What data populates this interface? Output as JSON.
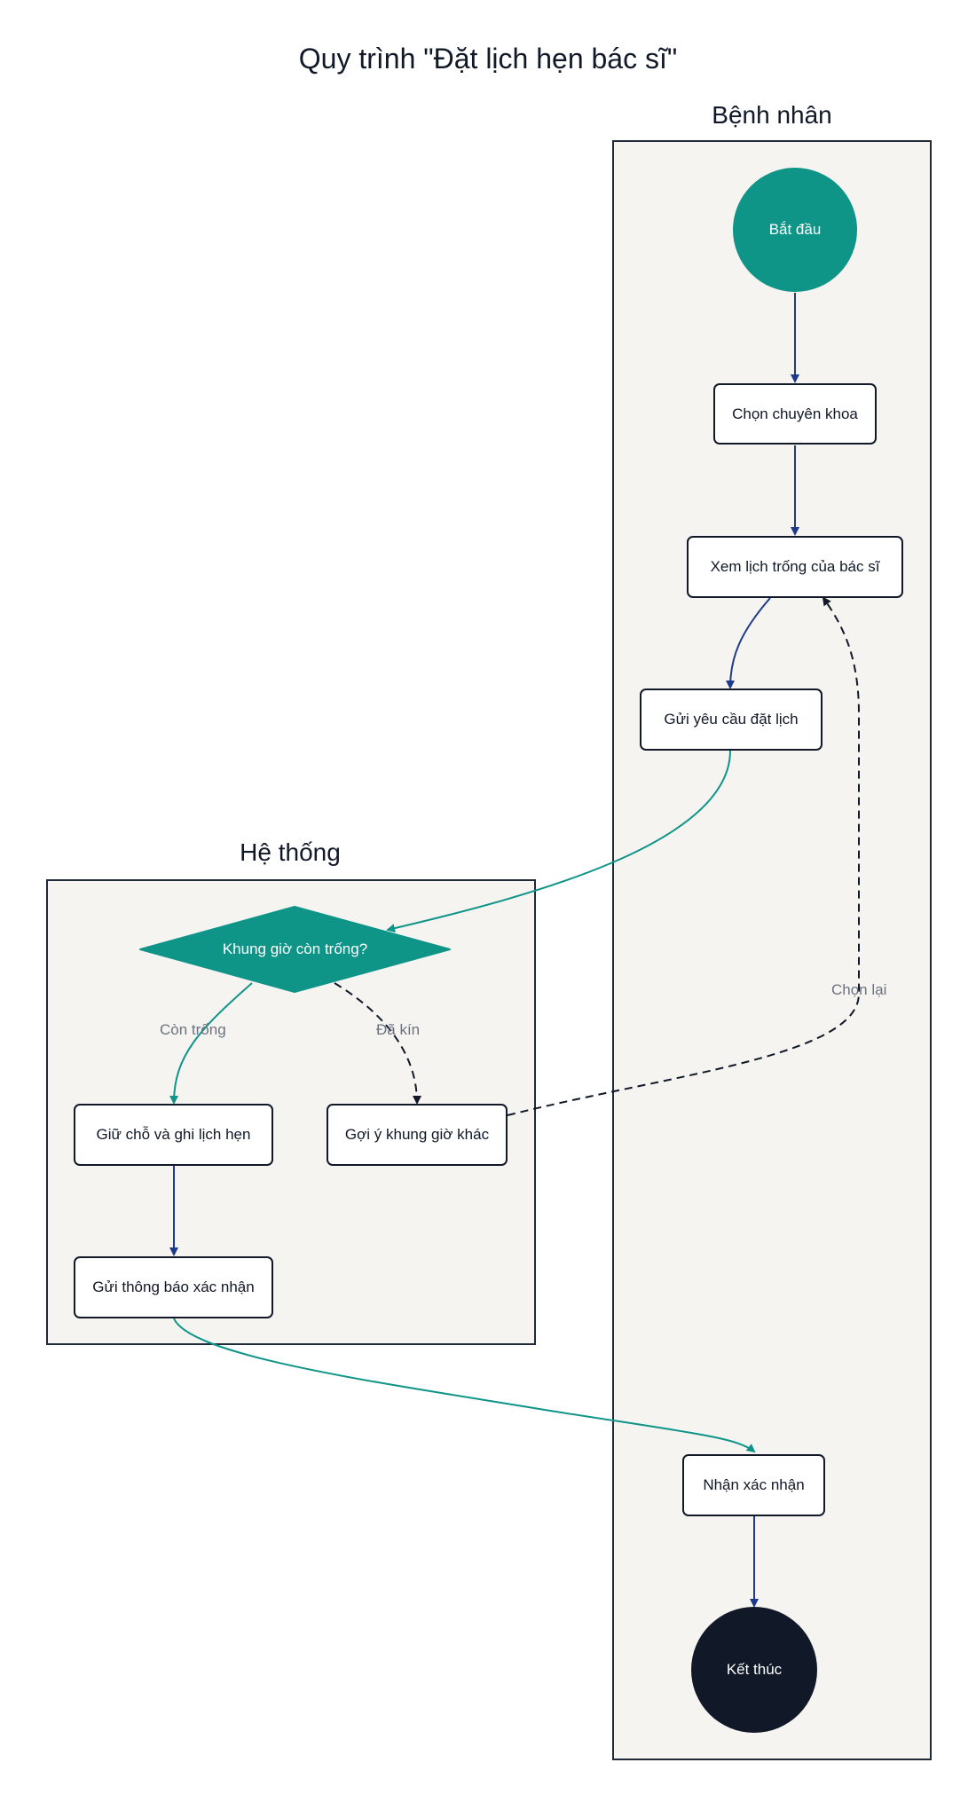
{
  "title": "Quy trình \"Đặt lịch hẹn bác sĩ\"",
  "lanes": {
    "patient": "Bệnh nhân",
    "system": "Hệ thống"
  },
  "nodes": {
    "start": "Bắt đầu",
    "choose_specialty": "Chọn chuyên khoa",
    "view_schedule": "Xem lịch trống của bác sĩ",
    "send_request": "Gửi yêu cầu đặt lịch",
    "decision": "Khung giờ còn trống?",
    "reserve": "Giữ chỗ và ghi lịch hẹn",
    "suggest": "Gợi ý khung giờ khác",
    "notify": "Gửi thông báo xác nhận",
    "receive": "Nhận xác nhận",
    "end": "Kết thúc"
  },
  "edges": {
    "available": "Còn trống",
    "full": "Đã kín",
    "rechoose": "Chọn lại"
  },
  "colors": {
    "primary_flow": "#1e3a8a",
    "cross_lane_flow": "#0f9488",
    "retry_flow": "#111827",
    "lane_fill": "#f5f4f1",
    "start_fill": "#0f9488",
    "end_fill": "#111827"
  }
}
